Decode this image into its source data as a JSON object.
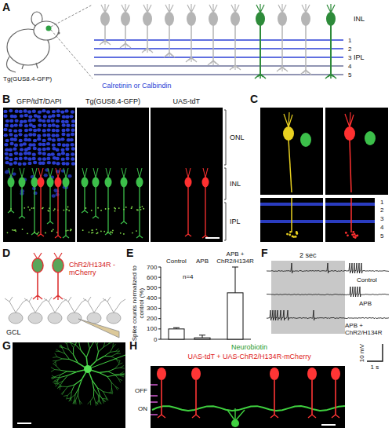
{
  "diagram": {
    "labels": [
      "A",
      "Tg(GUS8.4-GFP)",
      "INL",
      "IPL",
      "1",
      "2",
      "3",
      "4",
      "5",
      "Calretinin or Calbindin",
      "B",
      "GFP/tdT/DAPI",
      "Tg(GUS8.4-GFP)",
      "UAS-tdT",
      "ONL",
      "INL",
      "IPL",
      "C",
      "1",
      "2",
      "3",
      "4",
      "5",
      "D",
      "ChR2/H134R -mCherry",
      "GCL",
      "E",
      "Spike counts normalized to control (%)",
      "Control",
      "APB",
      "APB + ChR2/H134R",
      "n=4",
      "0",
      "100",
      "200",
      "300",
      "400",
      "500",
      "600",
      "700",
      "F",
      "2 sec",
      "Control",
      "APB",
      "APB + ChR2/H134R",
      "10 mV",
      "1 s",
      "G",
      "H",
      "Neurobiotin",
      "UAS-tdT + UAS-ChR2/H134R-mCherry",
      "OFF",
      "ON"
    ]
  }
}
